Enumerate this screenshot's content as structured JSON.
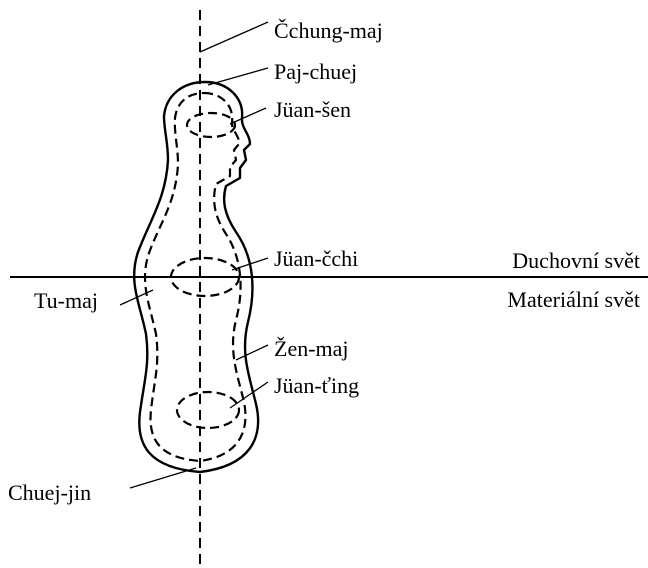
{
  "labels": {
    "chung_maj": "Čchung-maj",
    "paj_chuej": "Paj-chuej",
    "juan_sen": "Jüan-šen",
    "juan_cchi": "Jüan-čchi",
    "duchovni_svet": "Duchovní svět",
    "materialni_svet": "Materiální svět",
    "tu_maj": "Tu-maj",
    "zen_maj": "Žen-maj",
    "juan_ting": "Jüan-ťing",
    "chuej_jin": "Chuej-jin"
  }
}
